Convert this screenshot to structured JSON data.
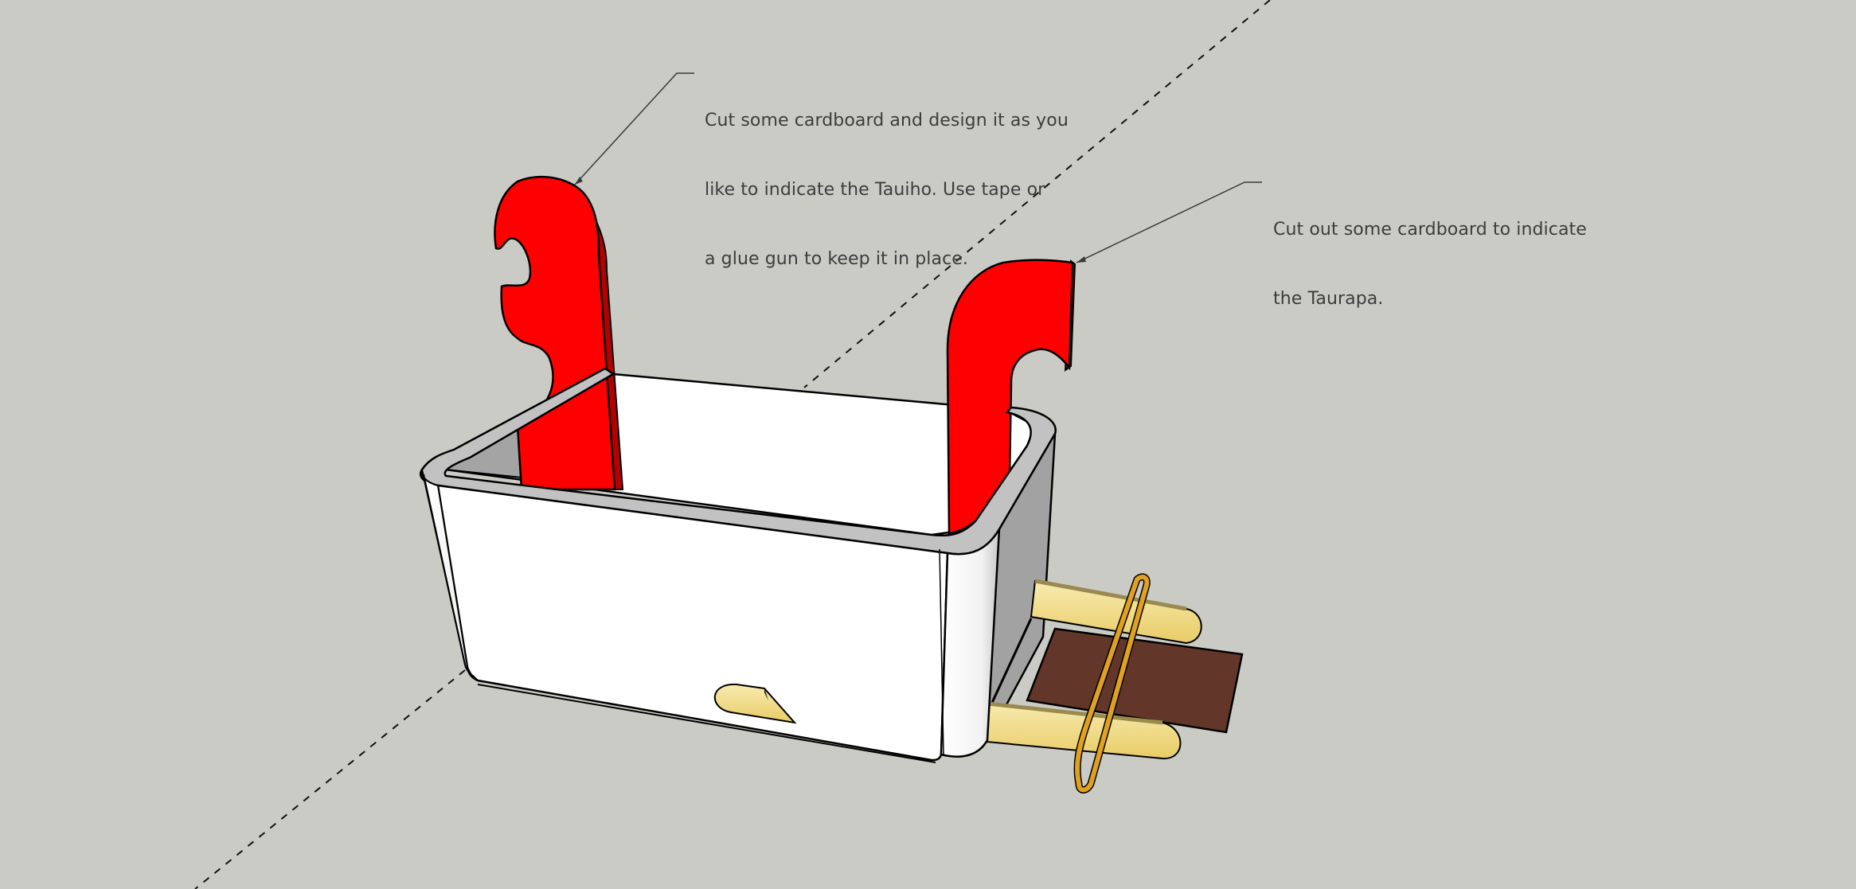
{
  "scene": {
    "title": "Cardboard waka model (SketchUp view)",
    "background_color": "#cbcbc6",
    "colors": {
      "tauiho": "#ff0000",
      "tauiho_edge": "#b30000",
      "box_face": "#ffffff",
      "box_rim": "#c0c0c0",
      "box_side_shade": "#a0a0a0",
      "stick": "#f0dc8c",
      "ring": "#e0a020",
      "brown_panel": "#63362a",
      "line": "#000000"
    }
  },
  "annotations": [
    {
      "id": "tauiho",
      "lines": [
        "Cut some cardboard and design it as you",
        "like to indicate the Tauiho. Use tape or",
        "a glue gun to keep it in place."
      ]
    },
    {
      "id": "taurapa",
      "lines": [
        "Cut out some cardboard to indicate",
        "the Taurapa."
      ]
    }
  ]
}
